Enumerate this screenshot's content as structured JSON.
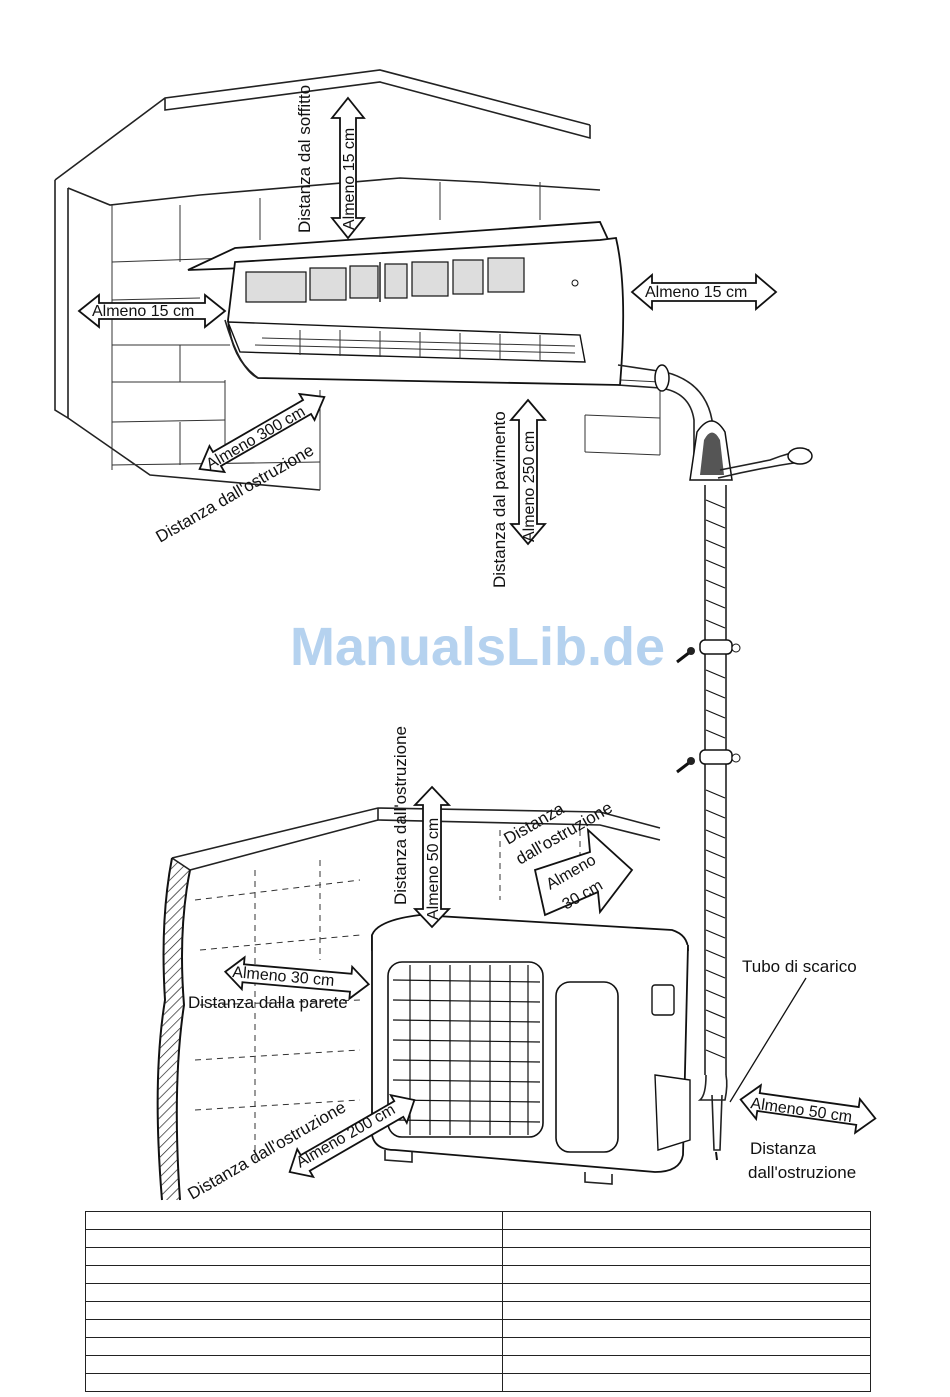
{
  "watermark": "ManualsLib.de",
  "indoor": {
    "top_label": "Distanza dal soffitto",
    "top_arrow": "Almeno 15 cm",
    "left_arrow": "Almeno 15 cm",
    "right_arrow": "Almeno 15 cm",
    "front_arrow": "Almeno 300 cm",
    "front_label": "Distanza dall'ostruzione",
    "floor_label": "Distanza dal pavimento",
    "floor_arrow": "Almeno 250 cm"
  },
  "outdoor": {
    "top_label": "Distanza dall'ostruzione",
    "top_arrow": "Almeno 50 cm",
    "rear_label_1": "Distanza",
    "rear_label_2": "dall'ostruzione",
    "rear_arrow_1": "Almeno",
    "rear_arrow_2": "30 cm",
    "left_arrow": "Almeno 30 cm",
    "left_label": "Distanza dalla parete",
    "front_arrow": "Almeno 200 cm",
    "front_label": "Distanza dall'ostruzione",
    "drain_label": "Tubo di scarico",
    "right_arrow": "Almeno 50 cm",
    "right_label_1": "Distanza",
    "right_label_2": "dall'ostruzione"
  },
  "table": {
    "rows": [
      [
        "",
        ""
      ],
      [
        "",
        ""
      ],
      [
        "",
        ""
      ],
      [
        "",
        ""
      ],
      [
        "",
        ""
      ],
      [
        "",
        ""
      ],
      [
        "",
        ""
      ],
      [
        "",
        ""
      ],
      [
        "",
        ""
      ],
      [
        "",
        ""
      ]
    ]
  }
}
